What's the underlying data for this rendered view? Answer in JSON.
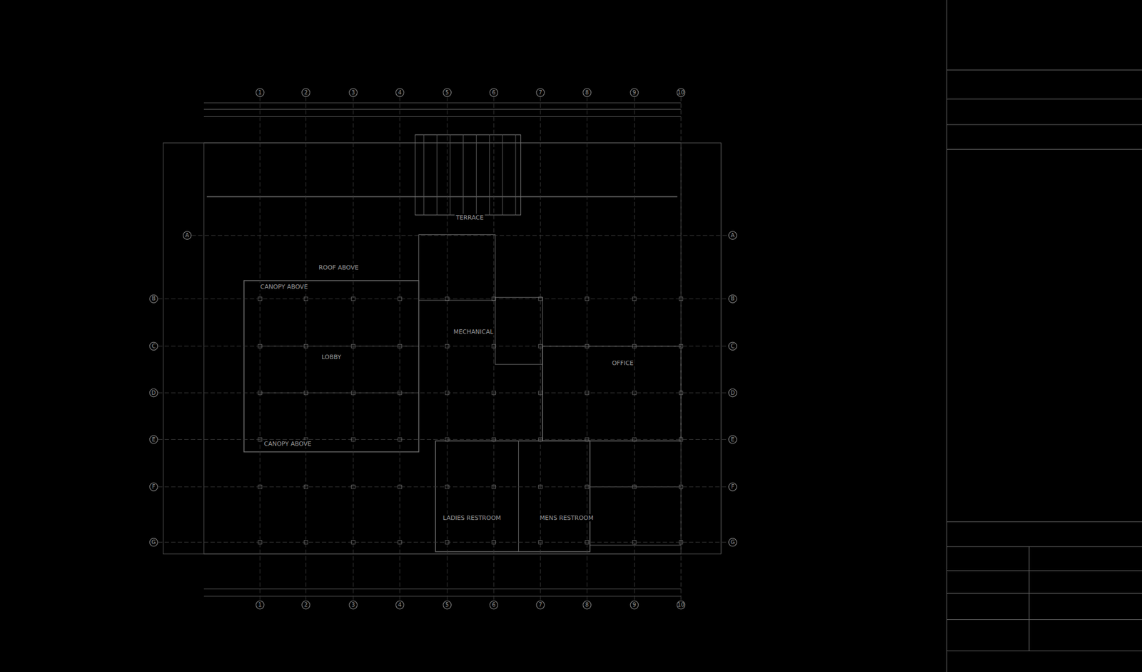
{
  "diagram": {
    "labels": [
      "1",
      "2",
      "3",
      "4",
      "5",
      "6",
      "7",
      "8",
      "9",
      "10",
      "1",
      "2",
      "3",
      "4",
      "5",
      "6",
      "7",
      "8",
      "9",
      "10",
      "A",
      "B",
      "C",
      "D",
      "E",
      "F",
      "G",
      "A",
      "B",
      "C",
      "D",
      "E",
      "F",
      "G",
      "TERRACE",
      "ROOF ABOVE",
      "CANOPY ABOVE",
      "LOBBY",
      "MECHANICAL",
      "OFFICE",
      "CANOPY ABOVE",
      "LADIES RESTROOM",
      "MENS RESTROOM"
    ]
  }
}
